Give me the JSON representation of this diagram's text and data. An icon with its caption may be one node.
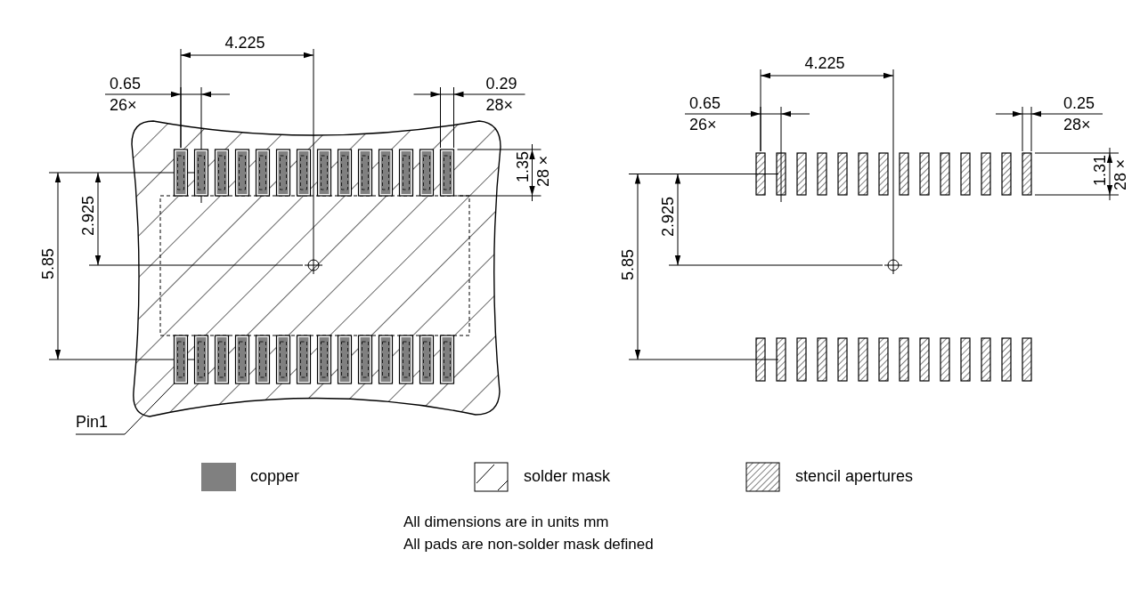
{
  "diagram": {
    "nodes": [
      {
        "text": [],
        "shape": "box"
      },
      {
        "text": [],
        "shape": "box"
      },
      {
        "text": [],
        "shape": "box"
      },
      {
        "text": [],
        "shape": "box"
      },
      {
        "text": [],
        "shape": "box"
      },
      {
        "text": [],
        "shape": "box"
      },
      {
        "text": [],
        "shape": "box"
      },
      {
        "text": [],
        "shape": "box"
      },
      {
        "text": [],
        "shape": "box"
      },
      {
        "text": [],
        "shape": "box"
      },
      {
        "text": [],
        "shape": "box"
      },
      {
        "text": [],
        "shape": "box"
      },
      {
        "text": [],
        "shape": "box"
      },
      {
        "text": [],
        "shape": "box"
      },
      {
        "text": [],
        "shape": "box"
      },
      {
        "text": [],
        "shape": "box"
      },
      {
        "text": [],
        "shape": "box"
      },
      {
        "text": [],
        "shape": "box"
      },
      {
        "text": [],
        "shape": "box"
      },
      {
        "text": [],
        "shape": "box"
      },
      {
        "text": [],
        "shape": "box"
      },
      {
        "text": [],
        "shape": "box"
      },
      {
        "text": [],
        "shape": "box"
      },
      {
        "text": [],
        "shape": "box"
      },
      {
        "text": [],
        "shape": "box"
      },
      {
        "text": [],
        "shape": "box"
      },
      {
        "text": [],
        "shape": "box"
      },
      {
        "text": [],
        "shape": "box"
      },
      {
        "text": [],
        "shape": "box"
      },
      {
        "text": [],
        "shape": "box"
      },
      {
        "text": [],
        "shape": "box"
      },
      {
        "text": [],
        "shape": "box"
      },
      {
        "text": [],
        "shape": "box"
      },
      {
        "text": [],
        "shape": "box"
      },
      {
        "text": [],
        "shape": "box"
      },
      {
        "text": [],
        "shape": "box"
      },
      {
        "text": [],
        "shape": "box"
      },
      {
        "text": [],
        "shape": "box"
      },
      {
        "text": [],
        "shape": "box"
      },
      {
        "text": [],
        "shape": "box"
      },
      {
        "text": [],
        "shape": "box"
      },
      {
        "text": [],
        "shape": "box"
      },
      {
        "text": [],
        "shape": "box"
      },
      {
        "text": [],
        "shape": "box"
      },
      {
        "text": [],
        "shape": "box"
      },
      {
        "text": [],
        "shape": "box"
      },
      {
        "text": [],
        "shape": "box"
      },
      {
        "text": [],
        "shape": "box"
      },
      {
        "text": [],
        "shape": "box"
      },
      {
        "text": [],
        "shape": "box"
      },
      {
        "text": [],
        "shape": "box"
      },
      {
        "text": [],
        "shape": "box"
      },
      {
        "text": [],
        "shape": "box"
      },
      {
        "text": [],
        "shape": "box"
      },
      {
        "text": [],
        "shape": "box"
      },
      {
        "text": [],
        "shape": "box"
      },
      {
        "text": [
          "Pin1"
        ]
      }
    ],
    "edges": [
      {
        "from": 56,
        "to": 14,
        "arrow": "none"
      }
    ],
    "labels": [
      "4.225",
      "0.65",
      "26×",
      "0.29",
      "28×",
      "1.35",
      "28×",
      "2.925",
      "5.85",
      "4.225",
      "0.65",
      "26×",
      "0.25",
      "28×",
      "1.31",
      "28×",
      "2.925",
      "5.85",
      "All dimensions are in units mm",
      "All pads are non-solder mask defined"
    ],
    "legend": [
      {
        "text": "copper",
        "color": "#808080"
      },
      {
        "text": "solder mask"
      },
      {
        "text": "stencil apertures"
      }
    ]
  }
}
